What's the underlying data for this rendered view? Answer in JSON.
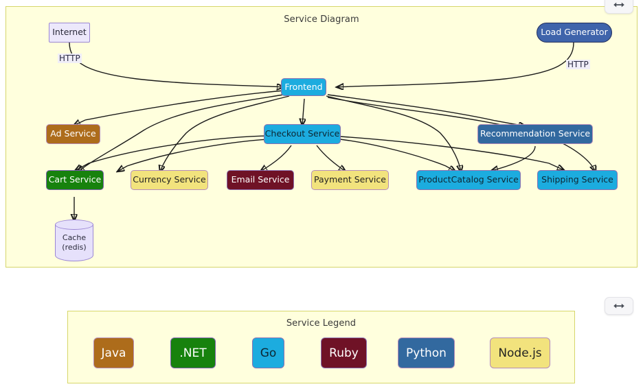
{
  "diagram": {
    "title": "Service Diagram",
    "nodes": [
      {
        "id": "internet",
        "label": "Internet",
        "lang": "none"
      },
      {
        "id": "loadgenerator",
        "label": "Load Generator",
        "lang": "Python"
      },
      {
        "id": "frontend",
        "label": "Frontend",
        "lang": "Go"
      },
      {
        "id": "adservice",
        "label": "Ad Service",
        "lang": "Java"
      },
      {
        "id": "checkout",
        "label": "Checkout Service",
        "lang": "Go"
      },
      {
        "id": "recommendation",
        "label": "Recommendation Service",
        "lang": "Python"
      },
      {
        "id": "cart",
        "label": "Cart Service",
        "lang": ".NET"
      },
      {
        "id": "currency",
        "label": "Currency Service",
        "lang": "Node.js"
      },
      {
        "id": "email",
        "label": "Email Service",
        "lang": "Ruby"
      },
      {
        "id": "payment",
        "label": "Payment Service",
        "lang": "Node.js"
      },
      {
        "id": "productcatalog",
        "label": "ProductCatalog Service",
        "lang": "Go"
      },
      {
        "id": "shipping",
        "label": "Shipping Service",
        "lang": "Go"
      },
      {
        "id": "cache",
        "label": "Cache\n(redis)",
        "lang": "none"
      }
    ],
    "cache": {
      "line1": "Cache",
      "line2": "(redis)"
    },
    "edge_labels": {
      "internet_http": "HTTP",
      "loadgen_http": "HTTP"
    },
    "edges": [
      {
        "from": "internet",
        "to": "frontend",
        "label": "HTTP"
      },
      {
        "from": "loadgenerator",
        "to": "frontend",
        "label": "HTTP"
      },
      {
        "from": "frontend",
        "to": "adservice",
        "label": ""
      },
      {
        "from": "frontend",
        "to": "checkout",
        "label": ""
      },
      {
        "from": "frontend",
        "to": "cart",
        "label": ""
      },
      {
        "from": "frontend",
        "to": "currency",
        "label": ""
      },
      {
        "from": "frontend",
        "to": "recommendation",
        "label": ""
      },
      {
        "from": "frontend",
        "to": "productcatalog",
        "label": ""
      },
      {
        "from": "frontend",
        "to": "shipping",
        "label": ""
      },
      {
        "from": "checkout",
        "to": "cart",
        "label": ""
      },
      {
        "from": "checkout",
        "to": "currency",
        "label": ""
      },
      {
        "from": "checkout",
        "to": "email",
        "label": ""
      },
      {
        "from": "checkout",
        "to": "payment",
        "label": ""
      },
      {
        "from": "checkout",
        "to": "productcatalog",
        "label": ""
      },
      {
        "from": "checkout",
        "to": "shipping",
        "label": ""
      },
      {
        "from": "recommendation",
        "to": "productcatalog",
        "label": ""
      },
      {
        "from": "cart",
        "to": "cache",
        "label": ""
      }
    ]
  },
  "legend": {
    "title": "Service Legend",
    "items": [
      {
        "label": "Java",
        "color": "#ad6c1b"
      },
      {
        "label": ".NET",
        "color": "#17820d"
      },
      {
        "label": "Go",
        "color": "#1cacdf"
      },
      {
        "label": "Ruby",
        "color": "#6f1226"
      },
      {
        "label": "Python",
        "color": "#32699f"
      },
      {
        "label": "Node.js",
        "color": "#f2e37d"
      }
    ]
  },
  "controls": {
    "resize_diagram_label": "↔",
    "resize_legend_label": "↔"
  },
  "colors": {
    "panel_bg": "#ffffdd",
    "panel_border": "#d6d66a",
    "edge": "#1a1a1a",
    "go": "#1cacdf",
    "java": "#ad6c1b",
    "python": "#32699f",
    "dotnet": "#17820d",
    "nodejs": "#f2e37d",
    "ruby": "#6f1226",
    "internet": "#ece8fb",
    "cache": "#e6e1fb"
  }
}
